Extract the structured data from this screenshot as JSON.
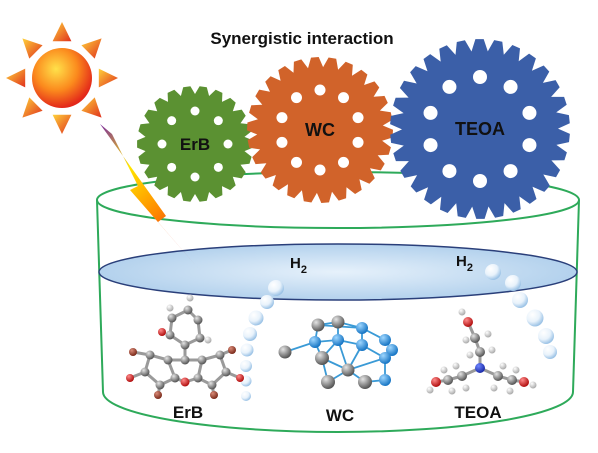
{
  "title": "Synergistic interaction",
  "gears": [
    {
      "label": "ErB",
      "color": "#5b9132"
    },
    {
      "label": "WC",
      "color": "#d1632a"
    },
    {
      "label": "TEOA",
      "color": "#3b5fa8"
    }
  ],
  "bubble_labels": [
    {
      "main": "H",
      "sub": "2"
    },
    {
      "main": "H",
      "sub": "2"
    }
  ],
  "molecules": [
    {
      "label": "ErB"
    },
    {
      "label": "WC"
    },
    {
      "label": "TEOA"
    }
  ],
  "colors": {
    "container_outline": "#2eaa5a",
    "water": "#c6dcf1",
    "sun": "#f7821d",
    "bolt": "#f5c400"
  }
}
